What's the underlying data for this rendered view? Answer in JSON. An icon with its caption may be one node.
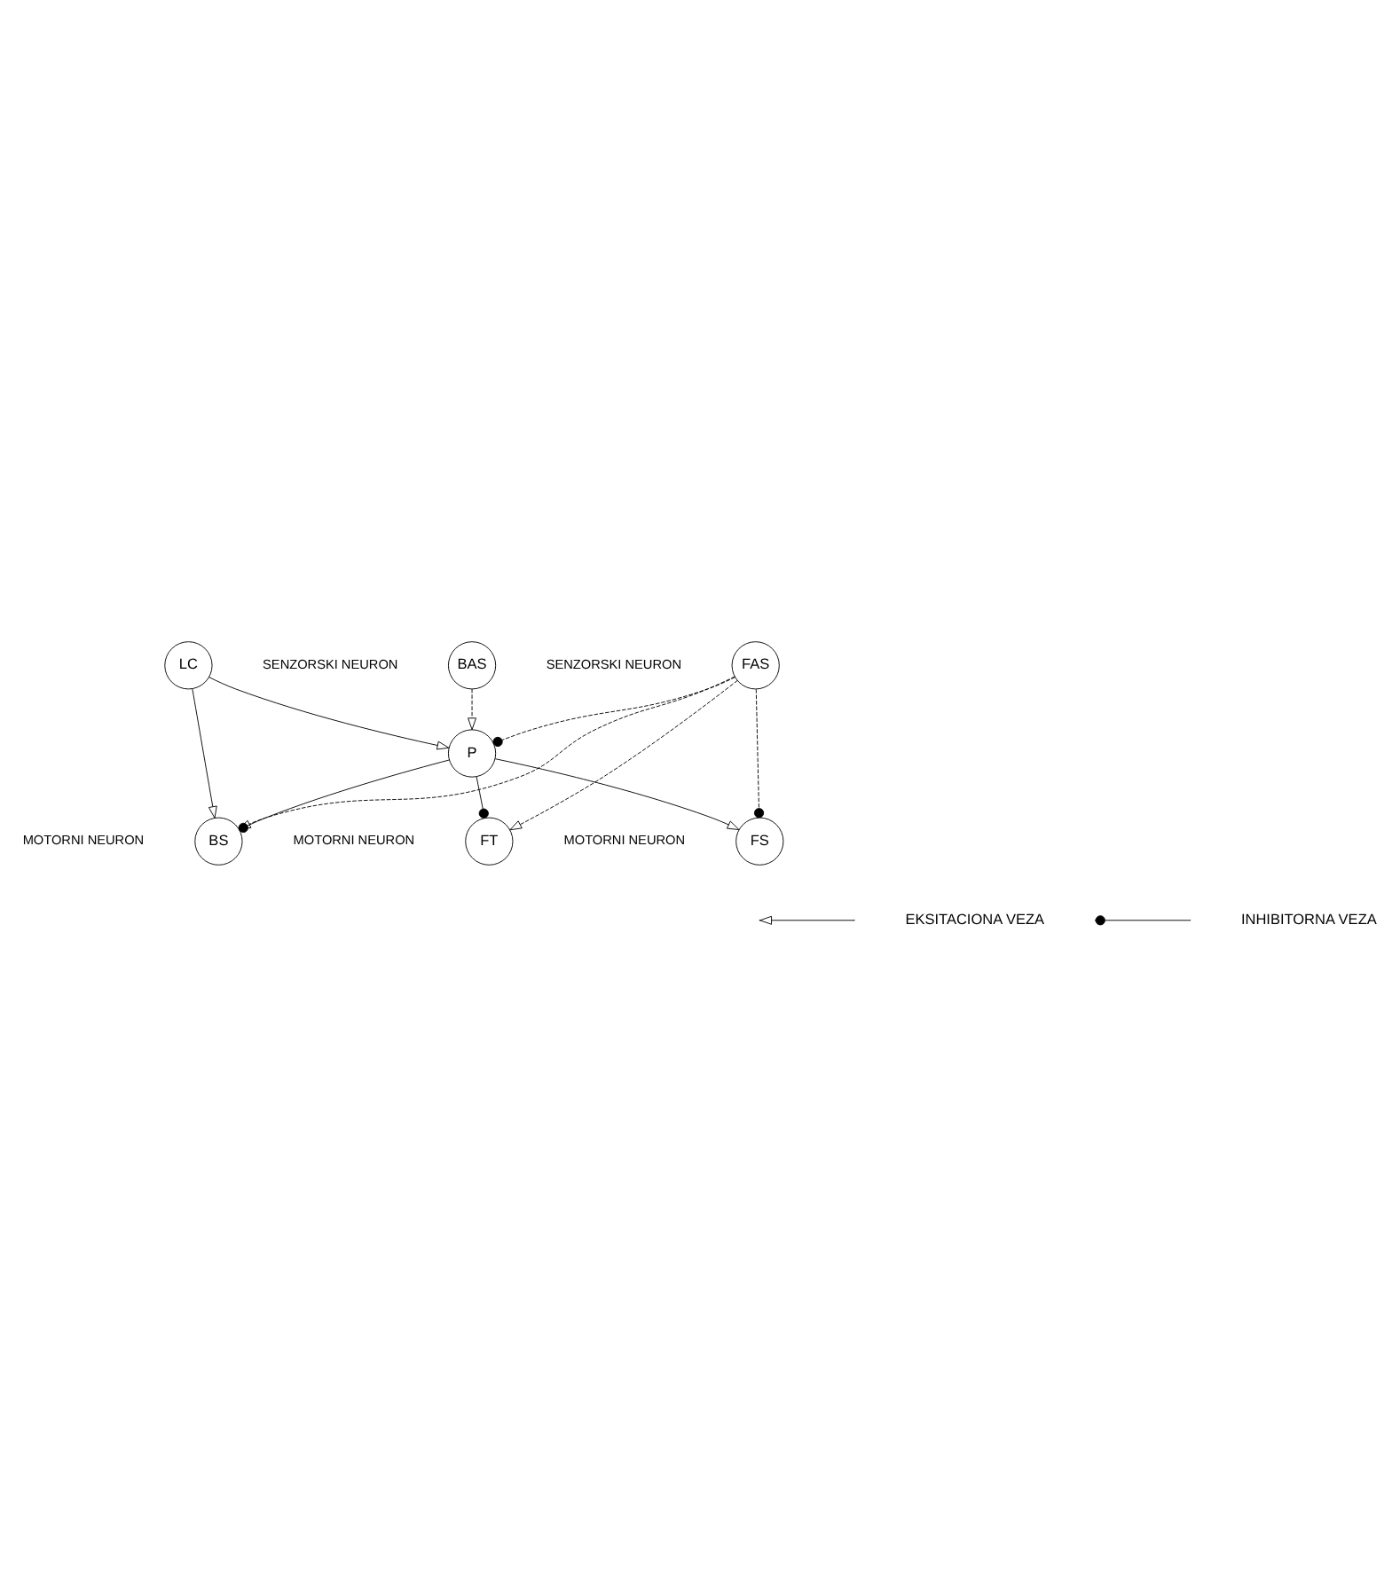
{
  "diagram": {
    "nodes": [
      {
        "text": [
          "LC"
        ]
      },
      {
        "text": [
          "BS"
        ],
        "beside": [
          "MOTORNI NEURON"
        ]
      },
      {
        "text": [
          "P"
        ]
      },
      {
        "text": [
          "BAS"
        ],
        "beside": [
          "SENZORSKI NEURON"
        ]
      },
      {
        "text": [
          "FT"
        ],
        "beside": [
          "MOTORNI NEURON"
        ]
      },
      {
        "text": [
          "FAS"
        ],
        "beside": [
          "SENZORSKI NEURON"
        ]
      },
      {
        "text": [
          "FS"
        ],
        "beside": [
          "MOTORNI NEURON"
        ]
      }
    ],
    "edges": [
      {
        "from": 0,
        "to": 1,
        "arrow": "to"
      },
      {
        "from": 0,
        "to": 2,
        "arrow": "to"
      },
      {
        "from": 2,
        "to": 1,
        "arrow": "other"
      },
      {
        "from": 3,
        "to": 2,
        "arrow": "to",
        "style": "dashed"
      },
      {
        "from": 5,
        "to": 2,
        "arrow": "other",
        "style": "dashed"
      },
      {
        "from": 5,
        "to": 1,
        "arrow": "to",
        "style": "dashed"
      },
      {
        "from": 2,
        "to": 4,
        "arrow": "other"
      },
      {
        "from": 5,
        "to": 4,
        "arrow": "to",
        "style": "dashed"
      },
      {
        "from": 2,
        "to": 6,
        "arrow": "to"
      },
      {
        "from": 5,
        "to": 6,
        "arrow": "other",
        "style": "dashed"
      }
    ],
    "legend": [
      {
        "text": "EKSITACIONA VEZA"
      },
      {
        "text": "INHIBITORNA VEZA"
      }
    ]
  }
}
